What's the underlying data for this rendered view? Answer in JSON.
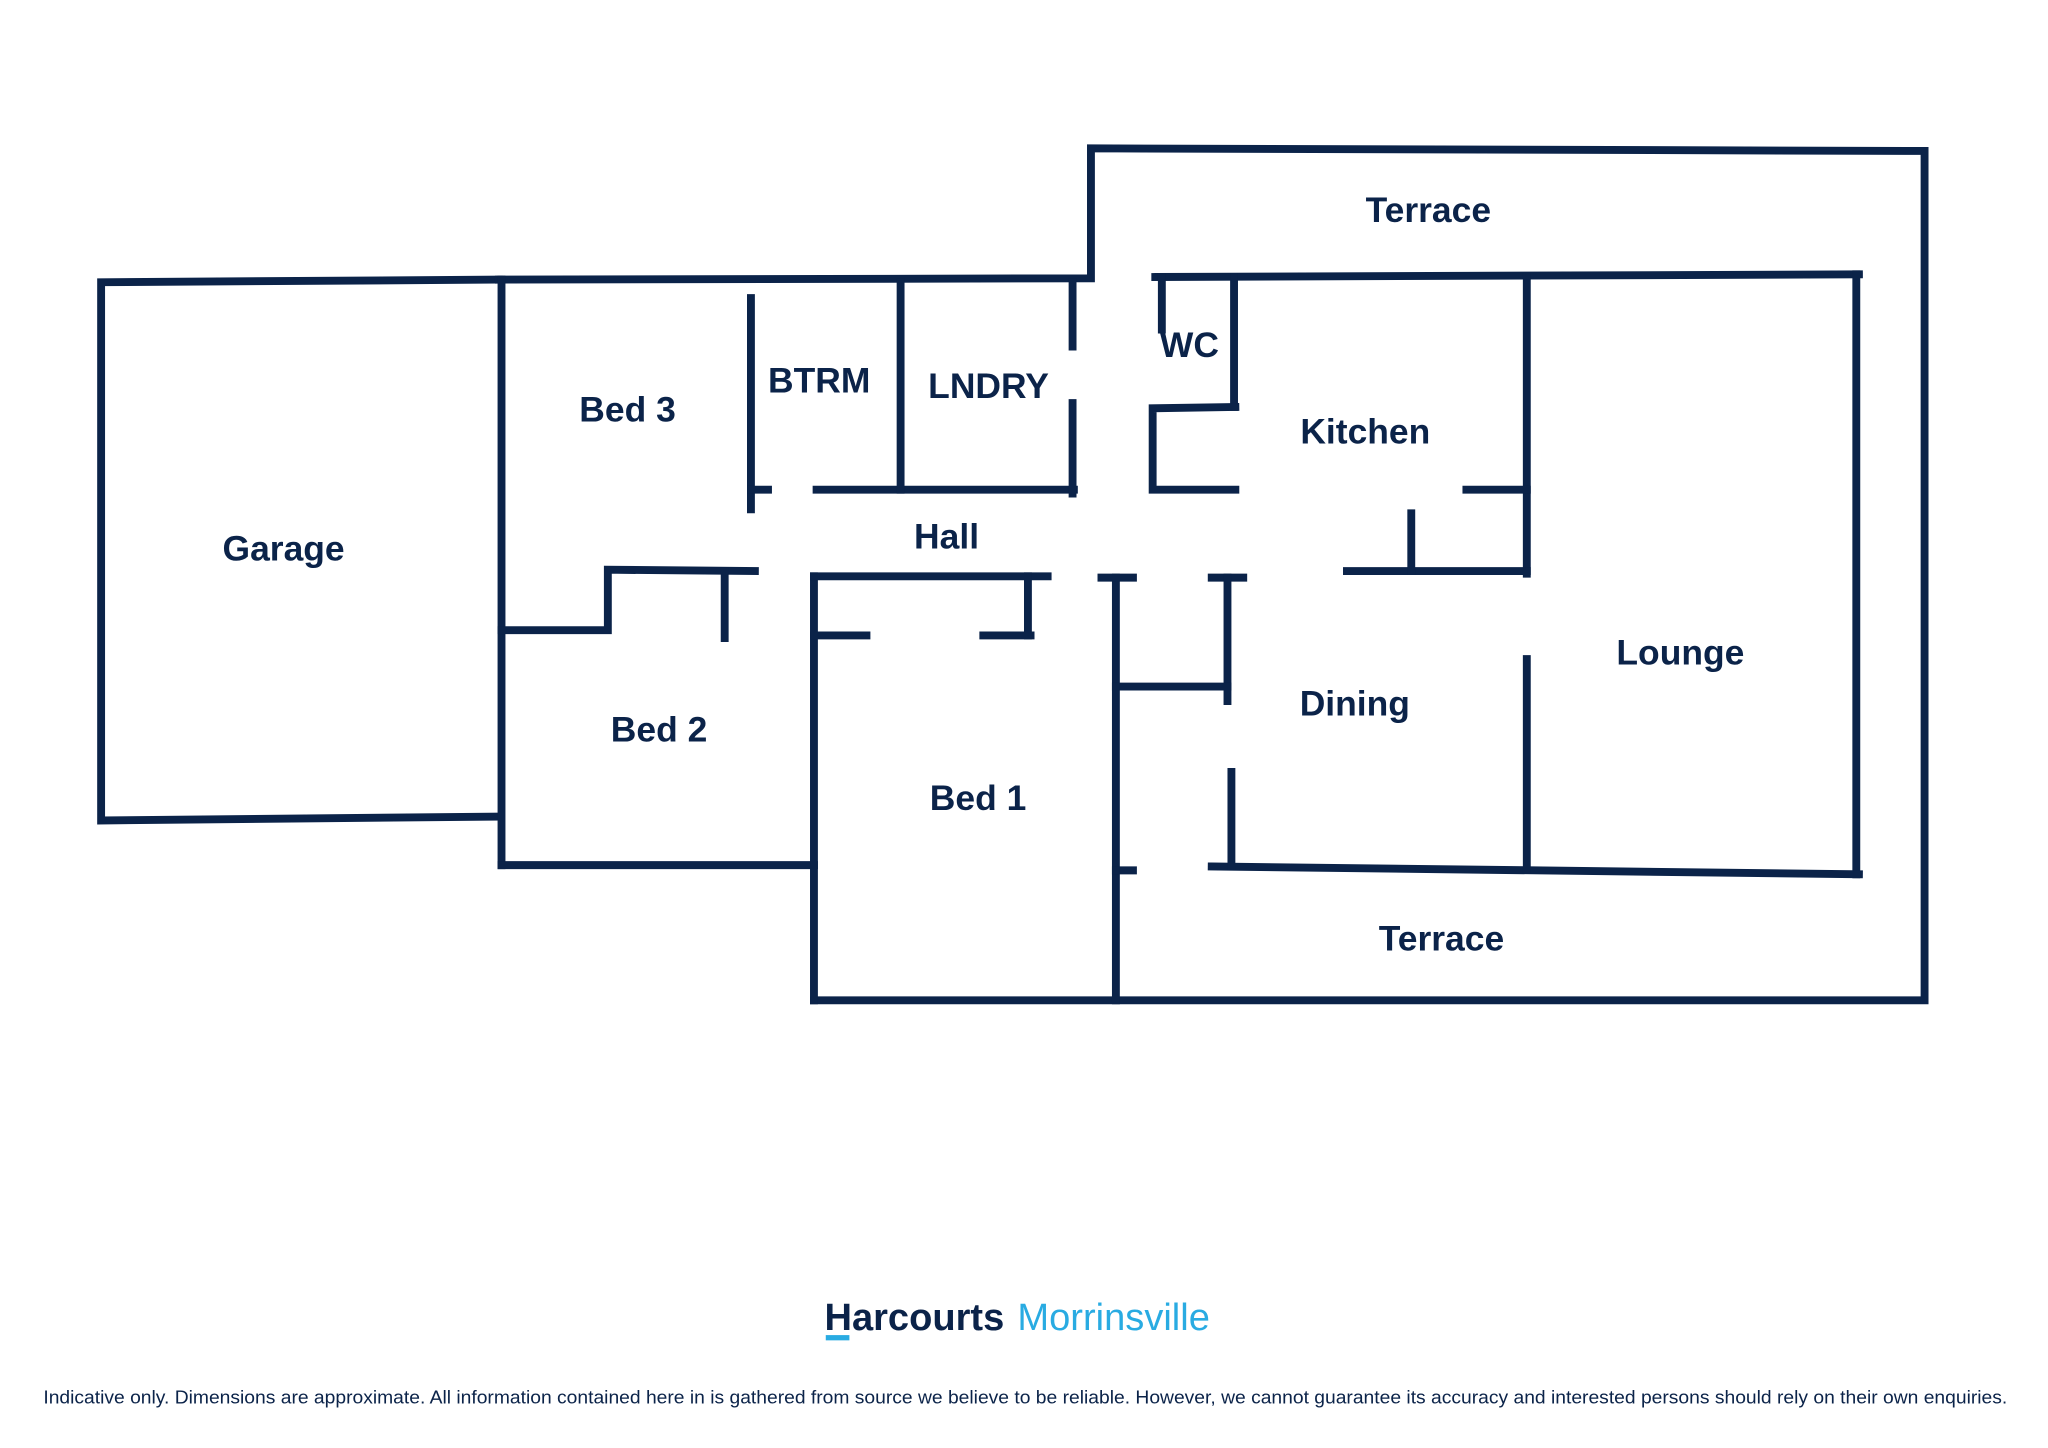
{
  "floorplan": {
    "rooms": {
      "terrace_top": "Terrace",
      "garage": "Garage",
      "bed3": "Bed 3",
      "btrm": "BTRM",
      "lndry": "LNDRY",
      "wc": "WC",
      "kitchen": "Kitchen",
      "hall": "Hall",
      "bed2": "Bed 2",
      "bed1": "Bed 1",
      "dining": "Dining",
      "lounge": "Lounge",
      "terrace_bottom": "Terrace"
    },
    "wall_color": "#0b2349"
  },
  "branding": {
    "brand": "Harcourts",
    "office": "Morrinsville",
    "brand_color": "#0b2349",
    "accent_color": "#29abe2"
  },
  "disclaimer": "Indicative only. Dimensions are approximate. All information contained here in is gathered from source we believe to be reliable. However, we cannot guarantee its accuracy and interested persons should rely on their own enquiries."
}
